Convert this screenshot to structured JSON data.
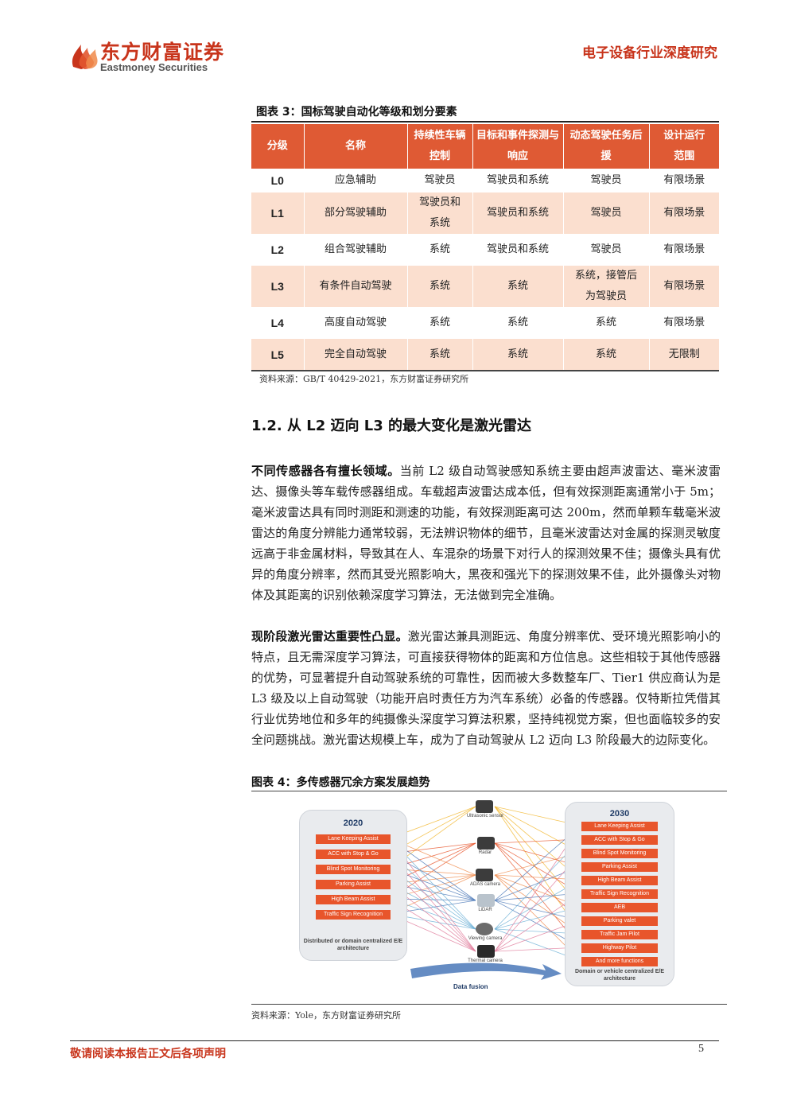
{
  "header": {
    "logo_cn": "东方财富证券",
    "logo_en": "Eastmoney Securities",
    "title": "电子设备行业深度研究"
  },
  "table": {
    "caption": "图表 3：国标驾驶自动化等级和划分要素",
    "columns": [
      "分级",
      "名称",
      "持续性车辆控制",
      "目标和事件探测与响应",
      "动态驾驶任务后援",
      "设计运行范围"
    ],
    "rows": [
      [
        "L0",
        "应急辅助",
        "驾驶员",
        "驾驶员和系统",
        "驾驶员",
        "有限场景"
      ],
      [
        "L1",
        "部分驾驶辅助",
        "驾驶员和系统",
        "驾驶员和系统",
        "驾驶员",
        "有限场景"
      ],
      [
        "L2",
        "组合驾驶辅助",
        "系统",
        "驾驶员和系统",
        "驾驶员",
        "有限场景"
      ],
      [
        "L3",
        "有条件自动驾驶",
        "系统",
        "系统",
        "系统，接管后为驾驶员",
        "有限场景"
      ],
      [
        "L4",
        "高度自动驾驶",
        "系统",
        "系统",
        "系统",
        "有限场景"
      ],
      [
        "L5",
        "完全自动驾驶",
        "系统",
        "系统",
        "系统",
        "无限制"
      ]
    ],
    "source": "资料来源：GB/T 40429-2021，东方财富证券研究所"
  },
  "section": {
    "heading": "1.2. 从 L2 迈向 L3 的最大变化是激光雷达",
    "p1_bold": "不同传感器各有擅长领域。",
    "p1": "当前 L2 级自动驾驶感知系统主要由超声波雷达、毫米波雷达、摄像头等车载传感器组成。车载超声波雷达成本低，但有效探测距离通常小于 5m；毫米波雷达具有同时测距和测速的功能，有效探测距离可达 200m，然而单颗车载毫米波雷达的角度分辨能力通常较弱，无法辨识物体的细节，且毫米波雷达对金属的探测灵敏度远高于非金属材料，导致其在人、车混杂的场景下对行人的探测效果不佳；摄像头具有优异的角度分辨率，然而其受光照影响大，黑夜和强光下的探测效果不佳，此外摄像头对物体及其距离的识别依赖深度学习算法，无法做到完全准确。",
    "p2_bold": "现阶段激光雷达重要性凸显。",
    "p2": "激光雷达兼具测距远、角度分辨率优、受环境光照影响小的特点，且无需深度学习算法，可直接获得物体的距离和方位信息。这些相较于其他传感器的优势，可显著提升自动驾驶系统的可靠性，因而被大多数整车厂、Tier1 供应商认为是 L3 级及以上自动驾驶（功能开启时责任方为汽车系统）必备的传感器。仅特斯拉凭借其行业优势地位和多年的纯摄像头深度学习算法积累，坚持纯视觉方案，但也面临较多的安全问题挑战。激光雷达规模上车，成为了自动驾驶从 L2 迈向 L3 阶段最大的边际变化。"
  },
  "figure": {
    "caption": "图表 4：多传感器冗余方案发展趋势",
    "left_year": "2020",
    "left_items": [
      "Lane Keeping Assist",
      "ACC with Stop & Go",
      "Blind Spot Monitoring",
      "Parking Assist",
      "High Beam Assist",
      "Traffic Sign Recognition"
    ],
    "left_footer": "Distributed or domain centralized E/E architecture",
    "sensors": [
      "Ultrasonic sensor",
      "Radar",
      "ADAS camera",
      "LiDAR",
      "Viewing camera",
      "Thermal camera"
    ],
    "right_year": "2030",
    "right_items": [
      "Lane Keeping Assist",
      "ACC with Stop & Go",
      "Blind Spot Monitoring",
      "Parking Assist",
      "High Beam Assist",
      "Traffic Sign Recognition",
      "AEB",
      "Parking valet",
      "Traffic Jam Pilot",
      "Highway Pilot",
      "And more functions"
    ],
    "right_footer": "Domain or vehicle centralized E/E architecture",
    "arrow_label": "Data fusion",
    "source": "资料来源：Yole，东方财富证券研究所"
  },
  "footer": {
    "disclaimer": "敬请阅读本报告正文后各项声明",
    "page": "5"
  }
}
